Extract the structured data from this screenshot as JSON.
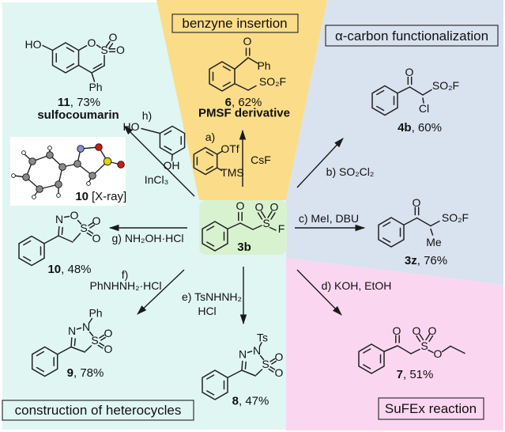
{
  "colors": {
    "cyan": "#E0F6F3",
    "yellow": "#FBDC88",
    "blue": "#D9E2EF",
    "pink": "#FBD6F0",
    "green": "#D8F2D0",
    "xray_carbon": "#8a8a8a",
    "xray_nitrogen": "#8890d8",
    "xray_oxygen": "#cc1a1a",
    "xray_sulfur": "#e2d400"
  },
  "region_labels": {
    "benzyne": "benzyne insertion",
    "alpha": "α-carbon functionalization",
    "hetero": "construction of heterocycles",
    "sufex": "SuFEx reaction"
  },
  "compounds": {
    "c11": {
      "id": "11",
      "yield": ", 73%",
      "name": "sulfocoumarin"
    },
    "xray": {
      "id": "10",
      "label": "[X-ray]"
    },
    "c10": {
      "id": "10",
      "yield": ", 48%"
    },
    "c9": {
      "id": "9",
      "yield": ", 78%"
    },
    "c8": {
      "id": "8",
      "yield": ", 47%"
    },
    "c3b": {
      "id": "3b"
    },
    "c6": {
      "id": "6",
      "yield": ", 62%",
      "name": "PMSF derivative"
    },
    "c4b": {
      "id": "4b",
      "yield": ", 60%"
    },
    "c3z": {
      "id": "3z",
      "yield": ", 76%"
    },
    "c7": {
      "id": "7",
      "yield": ", 51%"
    }
  },
  "reagents": {
    "a": "a)",
    "csf": "CsF",
    "b": "b) SO₂Cl₂",
    "c": "c) MeI, DBU",
    "d": "d) KOH, EtOH",
    "e1": "e) TsNHNH₂",
    "e2": "HCl",
    "f1": "f)",
    "f2": "PhNHNH₂·HCl",
    "g": "g) NH₂OH·HCl",
    "h": "h)",
    "incl3": "InCl₃"
  },
  "atoms": {
    "O": "O",
    "S": "S",
    "F": "F",
    "N": "N",
    "Cl": "Cl",
    "HO": "HO",
    "OH": "OH",
    "Ph": "Ph",
    "Me": "Me",
    "Ts": "Ts",
    "OTf": "OTf",
    "TMS": "TMS",
    "SO2F": "SO₂F"
  }
}
